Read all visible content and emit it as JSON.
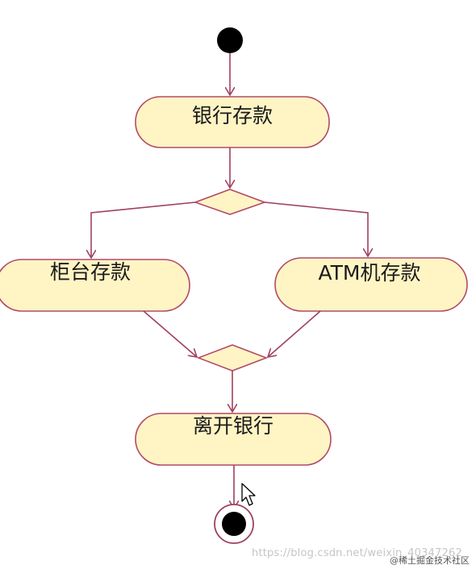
{
  "nodes": {
    "bank_deposit": "银行存款",
    "counter_deposit": "柜台存款",
    "atm_deposit": "ATM机存款",
    "leave_bank": "离开银行"
  },
  "watermark": "https://blog.csdn.net/weixin_40347262",
  "brand": "@稀土掘金技术社区",
  "colors": {
    "node_fill": "#fff4c4",
    "line": "#a04060",
    "node_stroke": "#b24a66",
    "dot": "#000000"
  }
}
